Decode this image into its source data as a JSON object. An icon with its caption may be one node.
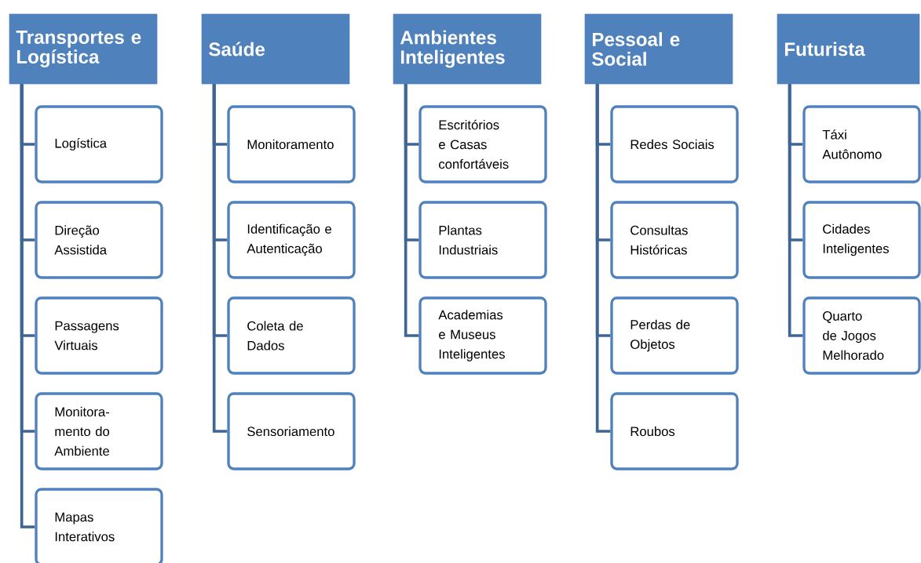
{
  "diagram": {
    "nodes": [
      {
        "text": [
          "Transportes e Logística"
        ]
      },
      {
        "text": [
          "Logística"
        ]
      },
      {
        "text": [
          "Direção Assistida"
        ]
      },
      {
        "text": [
          "Passagens Virtuais"
        ]
      },
      {
        "text": [
          "Monitora-mento do Ambiente"
        ]
      },
      {
        "text": [
          "Mapas Interativos"
        ]
      },
      {
        "text": [
          "Saúde"
        ]
      },
      {
        "text": [
          "Monitoramento"
        ]
      },
      {
        "text": [
          "Identificação e Autenticação"
        ]
      },
      {
        "text": [
          "Coleta de Dados"
        ]
      },
      {
        "text": [
          "Sensoriamento"
        ]
      },
      {
        "text": [
          "Ambientes Inteligentes"
        ]
      },
      {
        "text": [
          "Escritórios e Casas confortáveis"
        ]
      },
      {
        "text": [
          "Plantas Industriais"
        ]
      },
      {
        "text": [
          "Academias e Museus Inteligentes"
        ]
      },
      {
        "text": [
          "Pessoal e Social"
        ]
      },
      {
        "text": [
          "Redes Sociais"
        ]
      },
      {
        "text": [
          "Consultas Históricas"
        ]
      },
      {
        "text": [
          "Perdas de Objetos"
        ]
      },
      {
        "text": [
          "Roubos"
        ]
      },
      {
        "text": [
          "Futurista"
        ]
      },
      {
        "text": [
          "Táxi Autônomo"
        ]
      },
      {
        "text": [
          "Cidades Inteligentes"
        ]
      },
      {
        "text": [
          "Quarto de Jogos Melhorado"
        ]
      }
    ],
    "edges": [
      {
        "from": 0,
        "to": 1,
        "arrow": "none"
      },
      {
        "from": 0,
        "to": 2,
        "arrow": "none"
      },
      {
        "from": 0,
        "to": 3,
        "arrow": "none"
      },
      {
        "from": 0,
        "to": 4,
        "arrow": "none"
      },
      {
        "from": 0,
        "to": 5,
        "arrow": "none"
      },
      {
        "from": 6,
        "to": 7,
        "arrow": "none"
      },
      {
        "from": 6,
        "to": 8,
        "arrow": "none"
      },
      {
        "from": 6,
        "to": 9,
        "arrow": "none"
      },
      {
        "from": 6,
        "to": 10,
        "arrow": "none"
      },
      {
        "from": 11,
        "to": 12,
        "arrow": "none"
      },
      {
        "from": 11,
        "to": 13,
        "arrow": "none"
      },
      {
        "from": 11,
        "to": 14,
        "arrow": "none"
      },
      {
        "from": 15,
        "to": 16,
        "arrow": "none"
      },
      {
        "from": 15,
        "to": 17,
        "arrow": "none"
      },
      {
        "from": 15,
        "to": 18,
        "arrow": "none"
      },
      {
        "from": 15,
        "to": 19,
        "arrow": "none"
      },
      {
        "from": 20,
        "to": 21,
        "arrow": "none"
      },
      {
        "from": 20,
        "to": 22,
        "arrow": "none"
      },
      {
        "from": 20,
        "to": 23,
        "arrow": "none"
      }
    ]
  }
}
